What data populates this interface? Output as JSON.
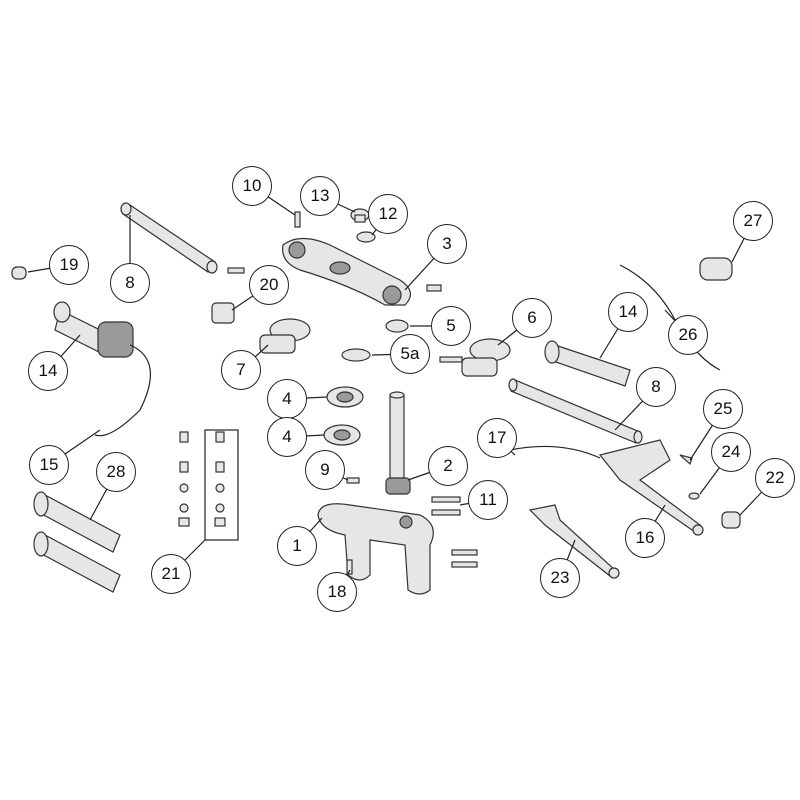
{
  "diagram": {
    "callouts": [
      "10",
      "13",
      "12",
      "3",
      "19",
      "8",
      "20",
      "27",
      "14",
      "26",
      "5",
      "6",
      "5a",
      "7",
      "14",
      "8",
      "25",
      "4",
      "4",
      "17",
      "24",
      "15",
      "2",
      "9",
      "22",
      "28",
      "11",
      "1",
      "16",
      "21",
      "23",
      "18"
    ]
  }
}
